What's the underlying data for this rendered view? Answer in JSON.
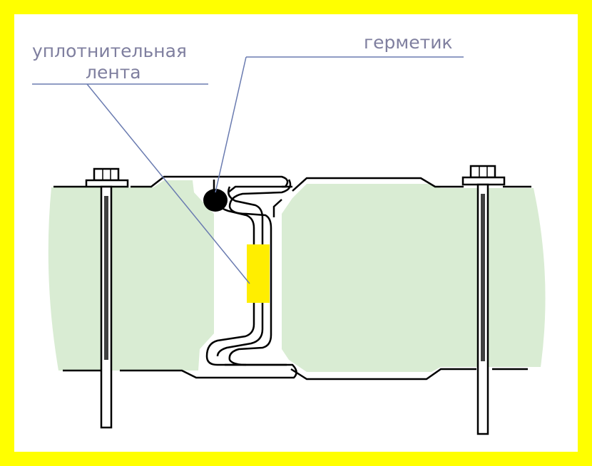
{
  "labels": {
    "sealing_tape_line1": "уплотнительная",
    "sealing_tape_line2": "лента",
    "sealant": "герметик"
  },
  "colors": {
    "frame": "#ffff00",
    "background": "#ffffff",
    "panel_fill": "#d9ecd3",
    "outline": "#000000",
    "tape": "#ffee00",
    "leader_line": "#6a7bb0",
    "label_text": "#7f7f9f",
    "bolt_core": "#404040"
  },
  "icons": {
    "bolt": "hex-bolt-icon",
    "sealant_bead": "sealant-bead-icon"
  }
}
